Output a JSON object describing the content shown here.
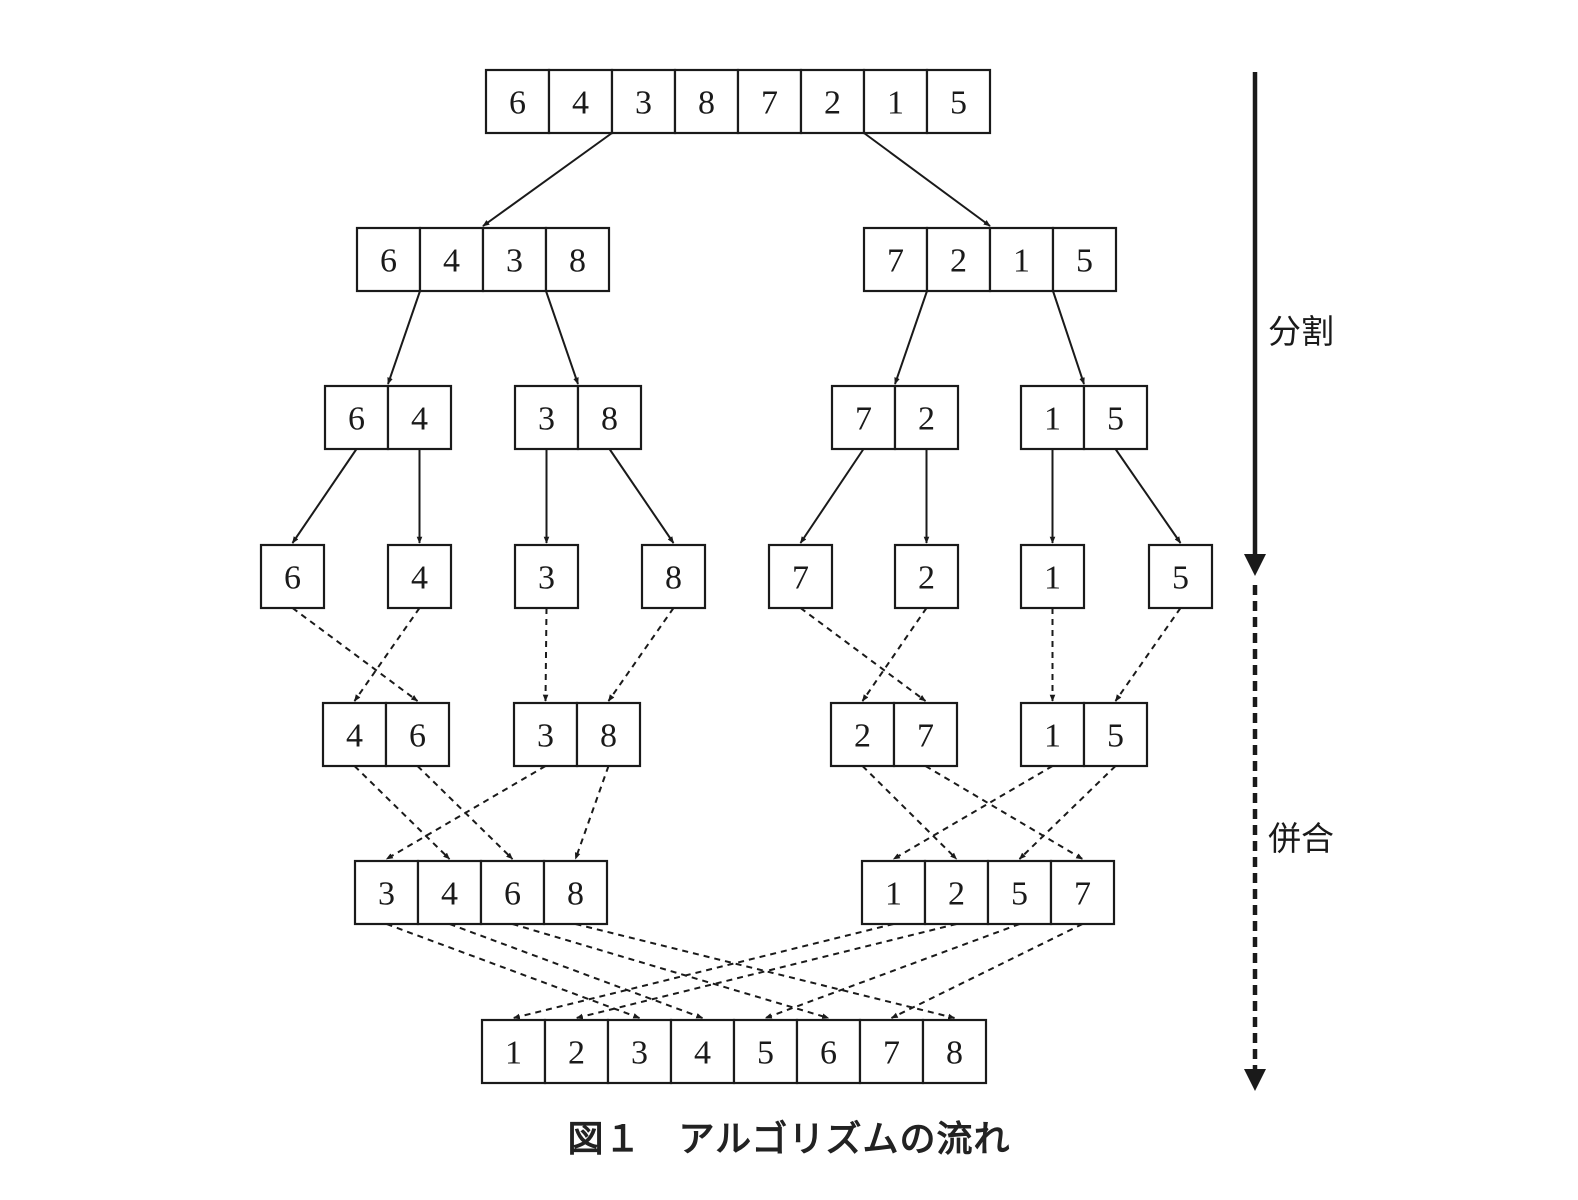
{
  "phases": {
    "split_label": "分割",
    "merge_label": "併合"
  },
  "caption": "図１　アルゴリズムの流れ",
  "levels": [
    {
      "name": "initial",
      "groups": [
        [
          6,
          4,
          3,
          8,
          7,
          2,
          1,
          5
        ]
      ]
    },
    {
      "name": "split-halves",
      "groups": [
        [
          6,
          4,
          3,
          8
        ],
        [
          7,
          2,
          1,
          5
        ]
      ]
    },
    {
      "name": "split-pairs",
      "groups": [
        [
          6,
          4
        ],
        [
          3,
          8
        ],
        [
          7,
          2
        ],
        [
          1,
          5
        ]
      ]
    },
    {
      "name": "singles",
      "groups": [
        [
          6
        ],
        [
          4
        ],
        [
          3
        ],
        [
          8
        ],
        [
          7
        ],
        [
          2
        ],
        [
          1
        ],
        [
          5
        ]
      ]
    },
    {
      "name": "merged-pairs",
      "groups": [
        [
          4,
          6
        ],
        [
          3,
          8
        ],
        [
          2,
          7
        ],
        [
          1,
          5
        ]
      ]
    },
    {
      "name": "merged-halves",
      "groups": [
        [
          3,
          4,
          6,
          8
        ],
        [
          1,
          2,
          5,
          7
        ]
      ]
    },
    {
      "name": "sorted",
      "groups": [
        [
          1,
          2,
          3,
          4,
          5,
          6,
          7,
          8
        ]
      ]
    }
  ]
}
